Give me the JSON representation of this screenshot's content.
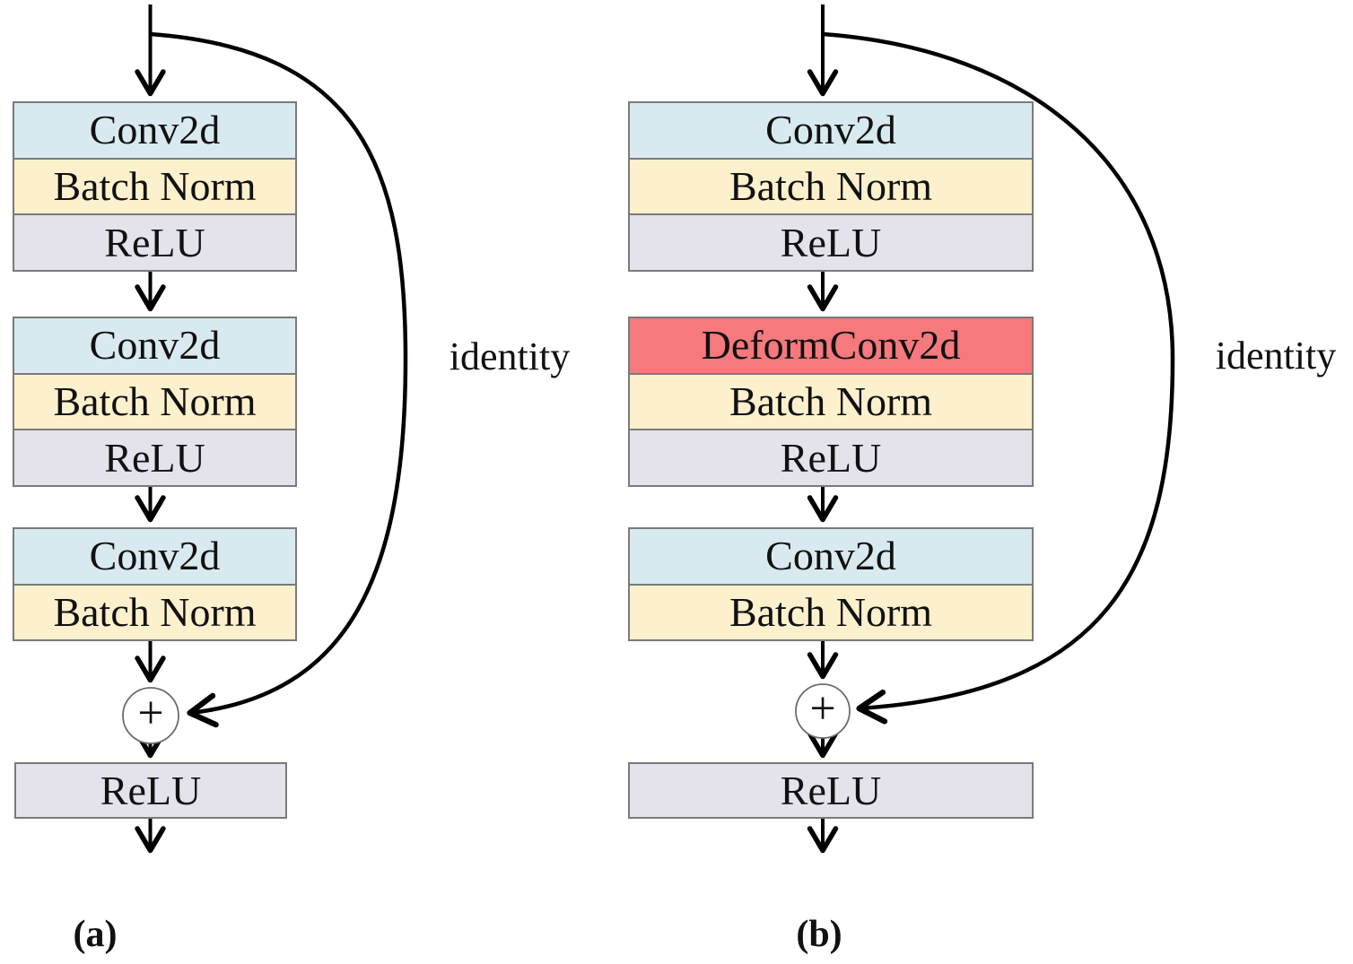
{
  "panels": [
    {
      "caption": "(a)",
      "identity_label": "identity",
      "plus": "+",
      "groups": [
        {
          "layers": [
            {
              "label": "Conv2d"
            },
            {
              "label": "Batch Norm"
            },
            {
              "label": "ReLU"
            }
          ]
        },
        {
          "layers": [
            {
              "label": "Conv2d"
            },
            {
              "label": "Batch Norm"
            },
            {
              "label": "ReLU"
            }
          ]
        },
        {
          "layers": [
            {
              "label": "Conv2d"
            },
            {
              "label": "Batch Norm"
            }
          ]
        }
      ],
      "output_layer": {
        "label": "ReLU"
      }
    },
    {
      "caption": "(b)",
      "identity_label": "identity",
      "plus": "+",
      "groups": [
        {
          "layers": [
            {
              "label": "Conv2d"
            },
            {
              "label": "Batch Norm"
            },
            {
              "label": "ReLU"
            }
          ]
        },
        {
          "layers": [
            {
              "label": "DeformConv2d"
            },
            {
              "label": "Batch Norm"
            },
            {
              "label": "ReLU"
            }
          ]
        },
        {
          "layers": [
            {
              "label": "Conv2d"
            },
            {
              "label": "Batch Norm"
            }
          ]
        }
      ],
      "output_layer": {
        "label": "ReLU"
      }
    }
  ],
  "colors": {
    "conv": "#d8eaf0",
    "batch_norm": "#fcf0cd",
    "relu": "#e4e2eb",
    "deform_conv": "#f5797d"
  }
}
